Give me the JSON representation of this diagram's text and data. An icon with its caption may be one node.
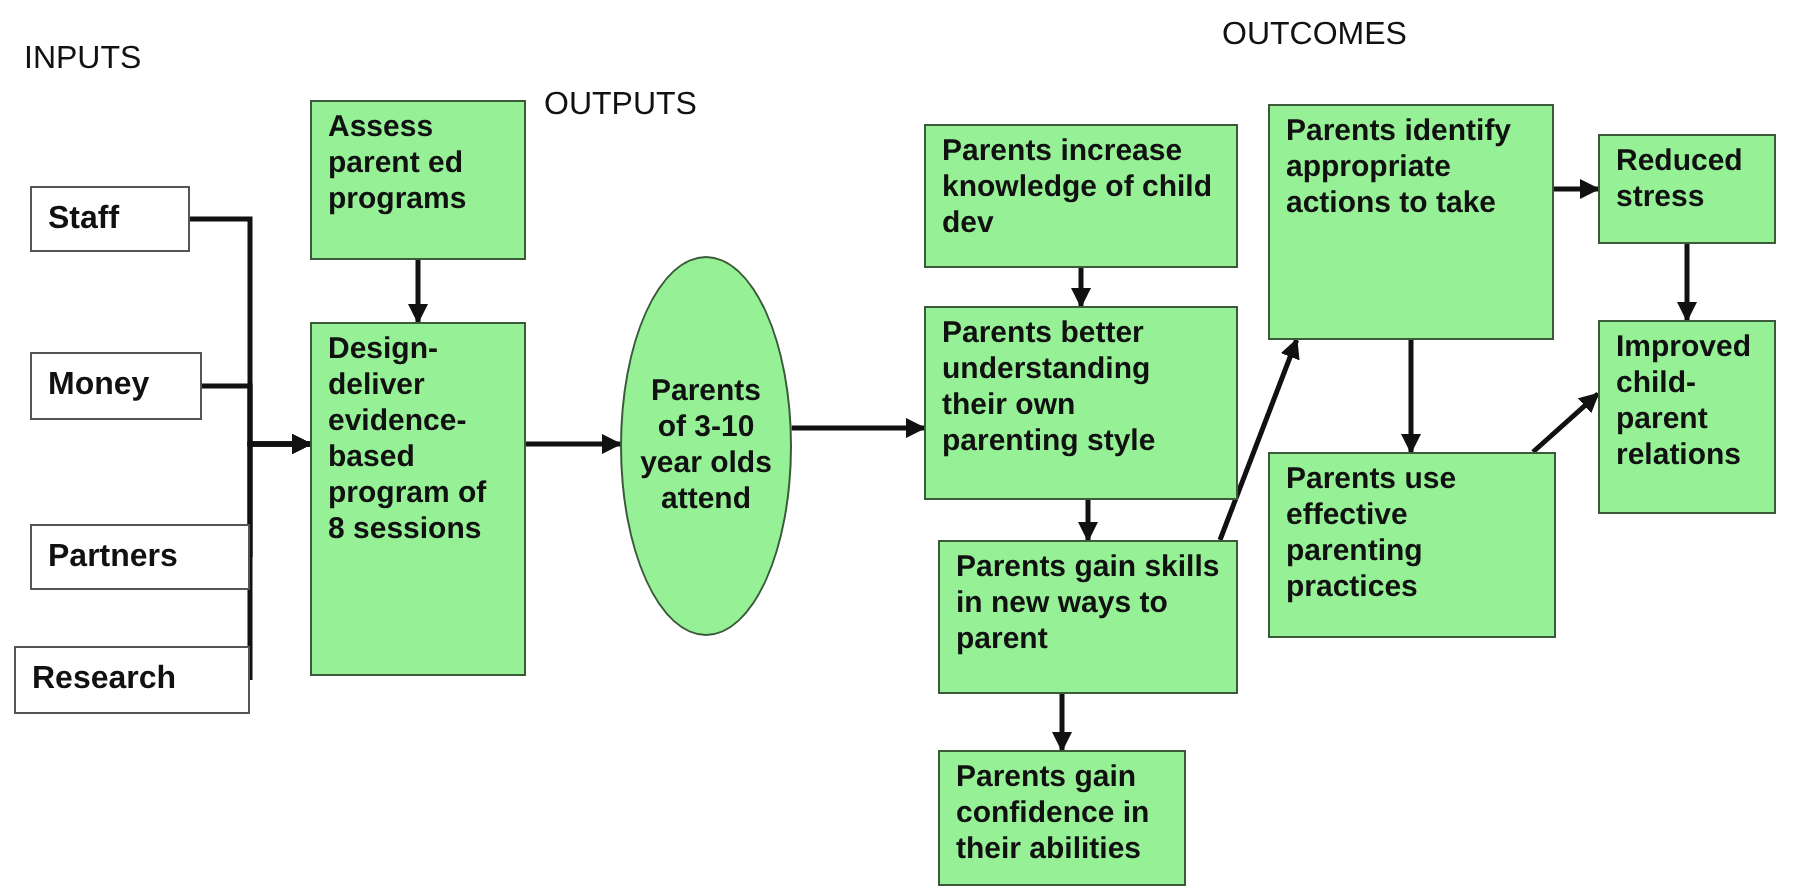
{
  "diagram": {
    "nodes": [
      {
        "text": [
          "Staff"
        ]
      },
      {
        "text": [
          "Money"
        ]
      },
      {
        "text": [
          "Partners"
        ]
      },
      {
        "text": [
          "Research"
        ]
      },
      {
        "text": [
          "Assess parent ed programs"
        ]
      },
      {
        "text": [
          "Design-deliver evidence-based program of 8 sessions"
        ]
      },
      {
        "text": [
          "Parents of 3-10 year olds attend"
        ]
      },
      {
        "text": [
          "Parents increase knowledge of child dev"
        ]
      },
      {
        "text": [
          "Parents better understanding their own parenting style"
        ]
      },
      {
        "text": [
          "Parents gain skills in  new ways to parent"
        ]
      },
      {
        "text": [
          "Parents gain confidence in their abilities"
        ]
      },
      {
        "text": [
          "Parents identify appropriate actions to take"
        ]
      },
      {
        "text": [
          "Parents use effective parenting practices"
        ]
      },
      {
        "text": [
          "Reduced stress"
        ]
      },
      {
        "text": [
          "Improved child-parent relations"
        ]
      }
    ],
    "edges": [
      {
        "from": 0,
        "to": 5,
        "arrow": "to"
      },
      {
        "from": 1,
        "to": 5,
        "arrow": "to"
      },
      {
        "from": 2,
        "to": 5,
        "arrow": "to"
      },
      {
        "from": 3,
        "to": 5,
        "arrow": "to"
      },
      {
        "from": 4,
        "to": 5,
        "arrow": "to"
      },
      {
        "from": 5,
        "to": 6,
        "arrow": "to"
      },
      {
        "from": 6,
        "to": 8,
        "arrow": "to"
      },
      {
        "from": 7,
        "to": 8,
        "arrow": "to"
      },
      {
        "from": 8,
        "to": 9,
        "arrow": "to"
      },
      {
        "from": 9,
        "to": 10,
        "arrow": "to"
      },
      {
        "from": 9,
        "to": 11,
        "arrow": "to"
      },
      {
        "from": 11,
        "to": 12,
        "arrow": "to"
      },
      {
        "from": 11,
        "to": 13,
        "arrow": "to"
      },
      {
        "from": 13,
        "to": 14,
        "arrow": "to"
      },
      {
        "from": 12,
        "to": 14,
        "arrow": "to"
      }
    ],
    "labels": [
      "OUTCOMES",
      "INPUTS",
      "OUTPUTS"
    ]
  }
}
